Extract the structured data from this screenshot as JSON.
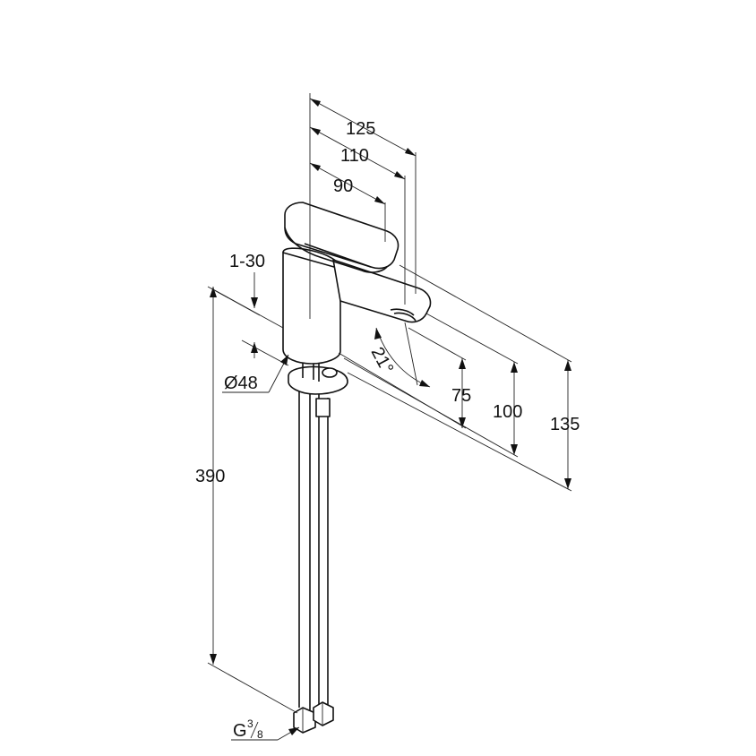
{
  "dimensions": {
    "d125": "125",
    "d110": "110",
    "d90": "90",
    "d1_30": "1-30",
    "d21": "21°",
    "d48": "Ø48",
    "d75": "75",
    "d100": "100",
    "d135": "135",
    "d390": "390",
    "thread_g": "G",
    "thread_num": "3",
    "thread_den": "8"
  },
  "colors": {
    "line": "#111111",
    "background": "#ffffff"
  }
}
